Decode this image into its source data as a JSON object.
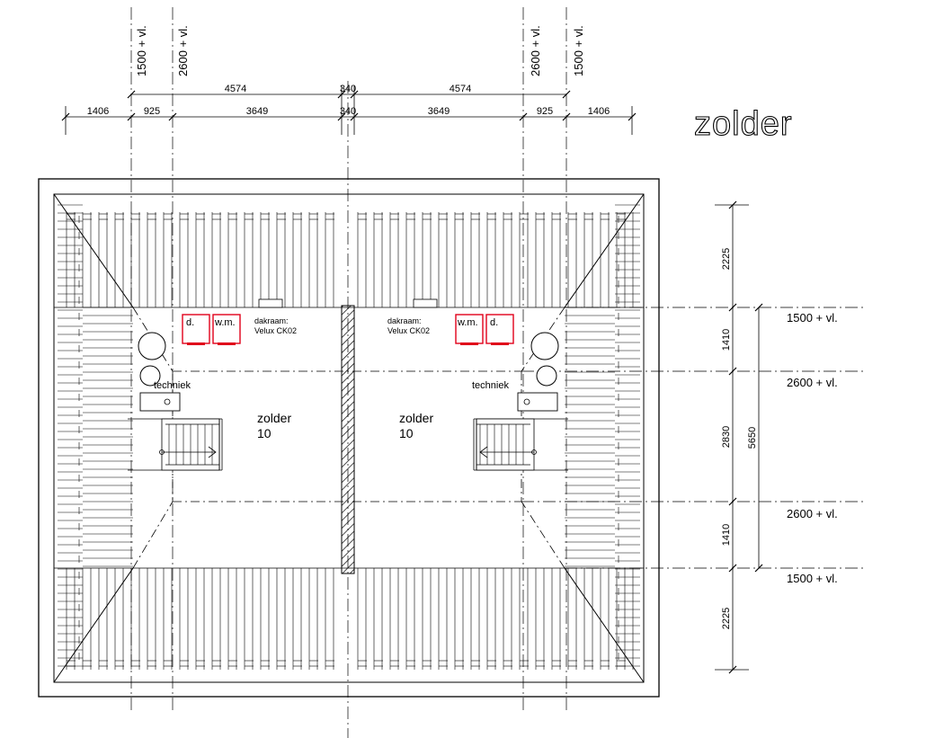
{
  "title": "zolder",
  "top_dims": {
    "row1": [
      "4574",
      "340",
      "4574"
    ],
    "row2": [
      "1406",
      "925",
      "3649",
      "340",
      "3649",
      "925",
      "1406"
    ]
  },
  "top_levels": [
    "1500 + vl.",
    "2600 + vl.",
    "2600 + vl.",
    "1500 + vl."
  ],
  "right_dims": {
    "inner": [
      "2225",
      "1410",
      "2830",
      "1410",
      "2225"
    ],
    "outer": "5650"
  },
  "right_levels": [
    "1500 + vl.",
    "2600 + vl.",
    "2600 + vl.",
    "1500 + vl."
  ],
  "left_unit": {
    "dryer": "d.",
    "washer": "w.m.",
    "skylight_line1": "dakraam:",
    "skylight_line2": "Velux CK02",
    "tech": "techniek",
    "room_name": "zolder",
    "room_number": "10"
  },
  "right_unit": {
    "dryer": "d.",
    "washer": "w.m.",
    "skylight_line1": "dakraam:",
    "skylight_line2": "Velux CK02",
    "tech": "techniek",
    "room_name": "zolder",
    "room_number": "10"
  },
  "colors": {
    "line": "#000000",
    "appliance": "#e0001a",
    "background": "#ffffff"
  }
}
